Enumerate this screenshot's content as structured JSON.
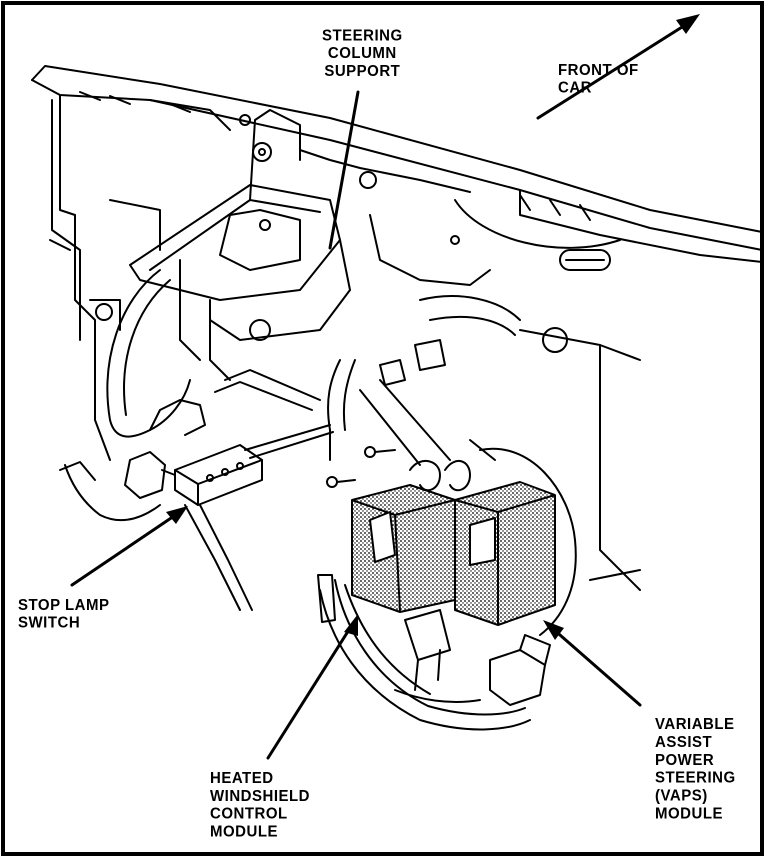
{
  "labels": {
    "steering_column_support": [
      "STEERING",
      "COLUMN",
      "SUPPORT"
    ],
    "front_of_car": [
      "FRONT OF",
      "CAR"
    ],
    "stop_lamp_switch": [
      "STOP LAMP",
      "SWITCH"
    ],
    "heated_windshield": [
      "HEATED",
      "WINDSHIELD",
      "CONTROL",
      "MODULE"
    ],
    "vaps": [
      "VARIABLE",
      "ASSIST",
      "POWER",
      "STEERING",
      "(VAPS)",
      "MODULE"
    ]
  },
  "colors": {
    "ink": "#000000",
    "paper": "#ffffff",
    "stipple": "#9a9a9a"
  }
}
